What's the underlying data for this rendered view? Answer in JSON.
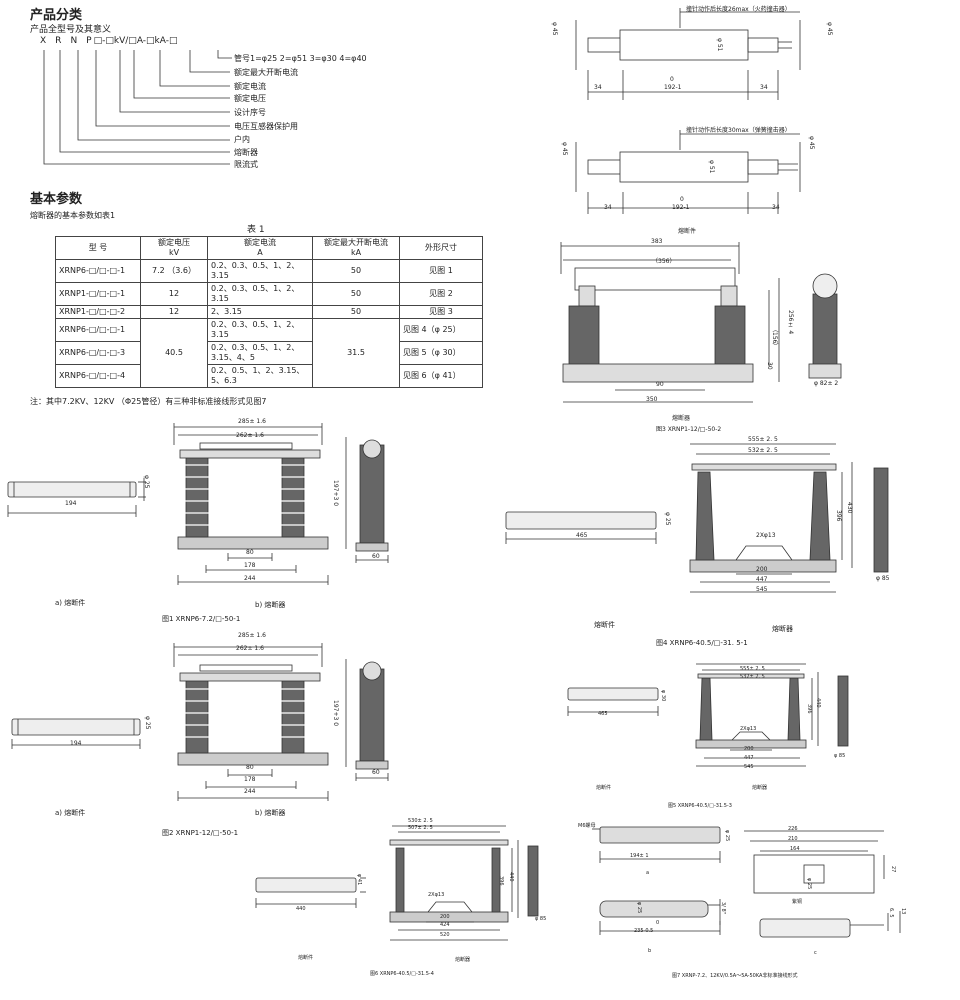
{
  "classification": {
    "title": "产品分类",
    "subtitle": "产品全型号及其意义",
    "model": [
      "X",
      "R",
      "N",
      "P",
      "□",
      "-",
      "□",
      "kV/",
      "□",
      "A",
      "-",
      "□",
      "kA",
      "-",
      "□"
    ],
    "meanings": [
      "管号1=φ25  2=φ51  3=φ30  4=φ40",
      "额定最大开断电流",
      "额定电流",
      "额定电压",
      "设计序号",
      "电压互感器保护用",
      "户内",
      "熔断器",
      "限流式"
    ]
  },
  "params": {
    "title": "基本参数",
    "intro": "熔断器的基本参数如表1",
    "table_caption": "表 1",
    "headers": {
      "model": "型  号",
      "voltage": "额定电压",
      "voltage_unit": "kV",
      "current": "额定电流",
      "current_unit": "A",
      "breaking": "额定最大开断电流",
      "breaking_unit": "kA",
      "dims": "外形尺寸"
    },
    "rows": [
      {
        "model": "XRNP6-□/□-□-1",
        "voltage": "7.2 （3.6）",
        "current": "0.2、0.3、0.5、1、2、3.15",
        "breaking": "50",
        "dims": "见图  1"
      },
      {
        "model": "XRNP1-□/□-□-1",
        "voltage": "12",
        "current": "0.2、0.3、0.5、1、2、3.15",
        "breaking": "50",
        "dims": "见图  2"
      },
      {
        "model": "XRNP1-□/□-□-2",
        "voltage": "12",
        "current": "2、3.15",
        "breaking": "50",
        "dims": "见图  3"
      },
      {
        "model": "XRNP6-□/□-□-1",
        "voltage": "40.5",
        "current": "0.2、0.3、0.5、1、2、3.15",
        "breaking": "31.5",
        "dims": "见图  4（φ 25）"
      },
      {
        "model": "XRNP6-□/□-□-3",
        "voltage": "",
        "current": "0.2、0.3、0.5、1、2、3.15、4、5",
        "breaking": "",
        "dims": "见图  5（φ 30）"
      },
      {
        "model": "XRNP6-□/□-□-4",
        "voltage": "",
        "current": "0.2、0.5、1、2、3.15、5、6.3",
        "breaking": "",
        "dims": "见图  6（φ 41）"
      }
    ],
    "note": "注：其中7.2KV、12KV （Φ25管径）有三种非标准接线形式见图7"
  },
  "labels": {
    "fuse_part_a": "a)  熔断件",
    "fuse_b": "b)  熔断器",
    "fuse_part": "熔断件",
    "fuse": "熔断器",
    "a": "a",
    "b": "b",
    "c": "c"
  },
  "fig_top": {
    "note1": "撞针动作后长度26max（火药撞击器）",
    "note2": "撞针动作后长度30max（弹簧撞击器）",
    "d45": "φ 45",
    "d51": "φ 51",
    "d45b": "φ 45",
    "zero": "0",
    "len": "192-1",
    "end": "34"
  },
  "fig1": {
    "caption": "图1 XRNP6-7.2/□-50-1",
    "w285": "285± 1.6",
    "w262": "262± 1.6",
    "w80": "80",
    "w178": "178",
    "w244": "244",
    "h197": "197",
    "h197tol": "+3 0",
    "w60": "60",
    "d25": "φ 25",
    "w194": "194"
  },
  "fig2": {
    "caption": "图2  XRNP1-12/□-50-1"
  },
  "fig3": {
    "caption": "图3 XRNP1-12/□-50-2",
    "w383": "383",
    "w356": "（356）",
    "w90": "90",
    "w350": "350",
    "h156": "（156）",
    "h256": "256± 4",
    "h30": "30",
    "d82": "φ 82± 2"
  },
  "fig4": {
    "caption": "图4 XRNP6-40.5/□-31. 5-1",
    "w555": "555± 2. 5",
    "w532": "532± 2. 5",
    "w465": "465",
    "d25": "φ 25",
    "hole": "2Xφ13",
    "w200": "200",
    "w447": "447",
    "w545": "545",
    "h396": "396",
    "h430": "430",
    "d85": "φ 85"
  },
  "fig5": {
    "caption": "图5  XRNP6-40.5/□-31.5-3",
    "w555": "555± 2. 5",
    "w532": "532± 2. 5",
    "w465": "465",
    "d30": "φ 30",
    "hole": "2Xφ13",
    "w200": "200",
    "w447": "447",
    "w545": "545",
    "h396": "396",
    "h440": "440",
    "d85": "φ 85"
  },
  "fig6": {
    "caption": "图6  XRNP6-40.5/□-31.5-4",
    "w530": "530± 2. 5",
    "w507": "507± 2. 5",
    "w440": "440",
    "d41": "φ 41",
    "hole": "2Xφ13",
    "w200": "200",
    "w424": "424",
    "w520": "520",
    "h396": "396",
    "h440": "440",
    "d85": "φ 85"
  },
  "fig7": {
    "caption": "图7  XRNP-7.2、12KV/0.5A～5A-50KA非标准接线形式",
    "m6": "M6螺母",
    "d25": "φ 25",
    "w194": "194± 1",
    "w226": "226",
    "w210": "210",
    "w164": "164",
    "h27": "27",
    "d25b": "φ 25",
    "d25c": "φ 25",
    "zero": "0",
    "w235": "235-0.5",
    "h38": "3/ 8\"",
    "copper": "紫铜",
    "h65": "6. 5",
    "h13": "13"
  }
}
